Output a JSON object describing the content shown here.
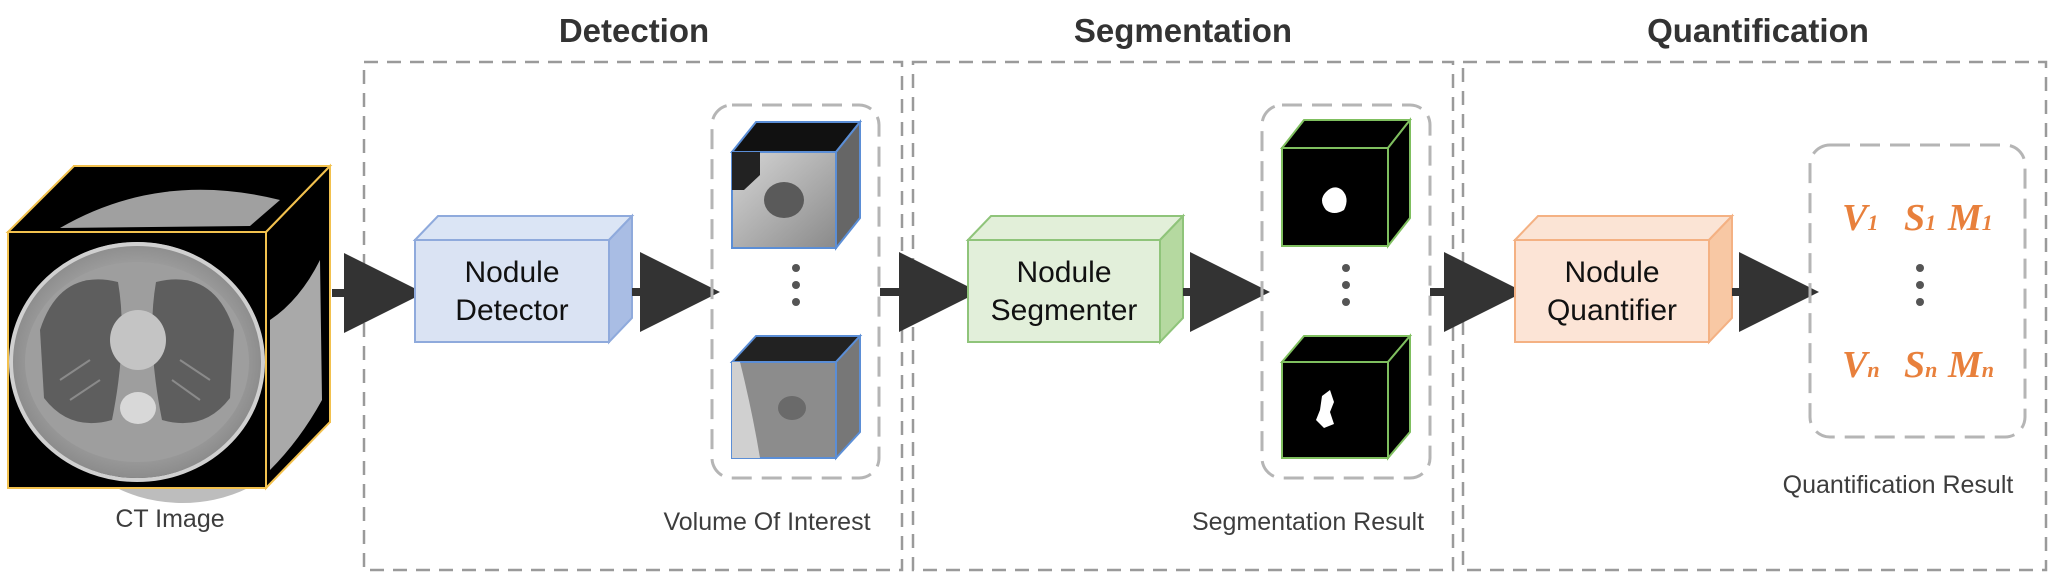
{
  "stages": {
    "detection": "Detection",
    "segmentation": "Segmentation",
    "quantification": "Quantification"
  },
  "captions": {
    "ct_image": "CT Image",
    "voi": "Volume Of Interest",
    "seg_result": "Segmentation Result",
    "quant_result": "Quantification Result"
  },
  "modules": {
    "detector": [
      "Nodule",
      "Detector"
    ],
    "segmenter": [
      "Nodule",
      "Segmenter"
    ],
    "quantifier": [
      "Nodule",
      "Quantifier"
    ]
  },
  "metrics": {
    "row1": [
      {
        "sym": "V",
        "sub": "1"
      },
      {
        "sym": "S",
        "sub": "1"
      },
      {
        "sym": "M",
        "sub": "1"
      }
    ],
    "rown": [
      {
        "sym": "V",
        "sub": "n"
      },
      {
        "sym": "S",
        "sub": "n"
      },
      {
        "sym": "M",
        "sub": "n"
      }
    ]
  },
  "colors": {
    "detector": "#b4c7e7",
    "segmenter": "#c5e0b4",
    "quantifier": "#f8cbad",
    "metric": "#e8803c",
    "ct_border": "#f2c14e"
  }
}
